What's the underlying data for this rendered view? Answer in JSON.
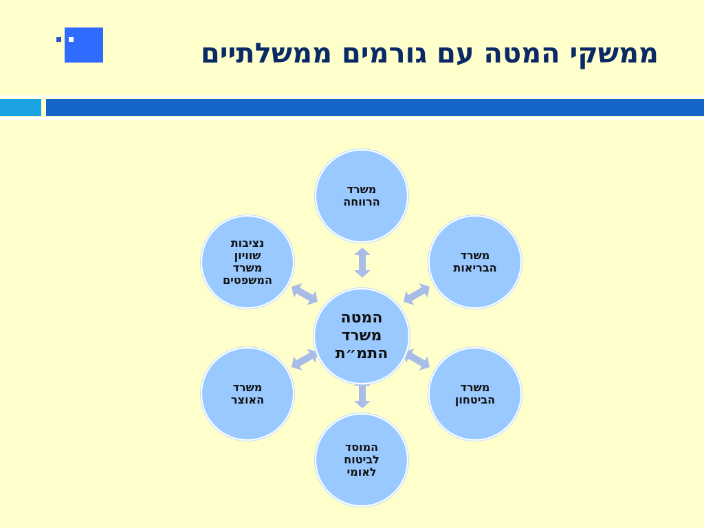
{
  "slide": {
    "title": "ממשקי המטה עם גורמים ממשלתיים"
  },
  "colors": {
    "background": "#FFFFCC",
    "title": "#0A2A66",
    "node_fill": "#99C9FF",
    "arrow": "#A9BCE8",
    "band_dark": "#1466C8",
    "band_light": "#1BA3E4"
  },
  "diagram": {
    "center": {
      "label": "המטה\nמשרד\nהתמ״ת"
    },
    "nodes": [
      {
        "id": "welfare",
        "label": "משרד\nהרווחה"
      },
      {
        "id": "health",
        "label": "משרד\nהבריאות"
      },
      {
        "id": "defense",
        "label": "משרד\nהביטחון"
      },
      {
        "id": "national-insurance",
        "label": "המוסד\nלביטוח\nלאומי"
      },
      {
        "id": "treasury",
        "label": "משרד\nהאוצר"
      },
      {
        "id": "equality",
        "label": "נציבות\nשוויון\nמשרד\nהמשפטים"
      }
    ]
  }
}
